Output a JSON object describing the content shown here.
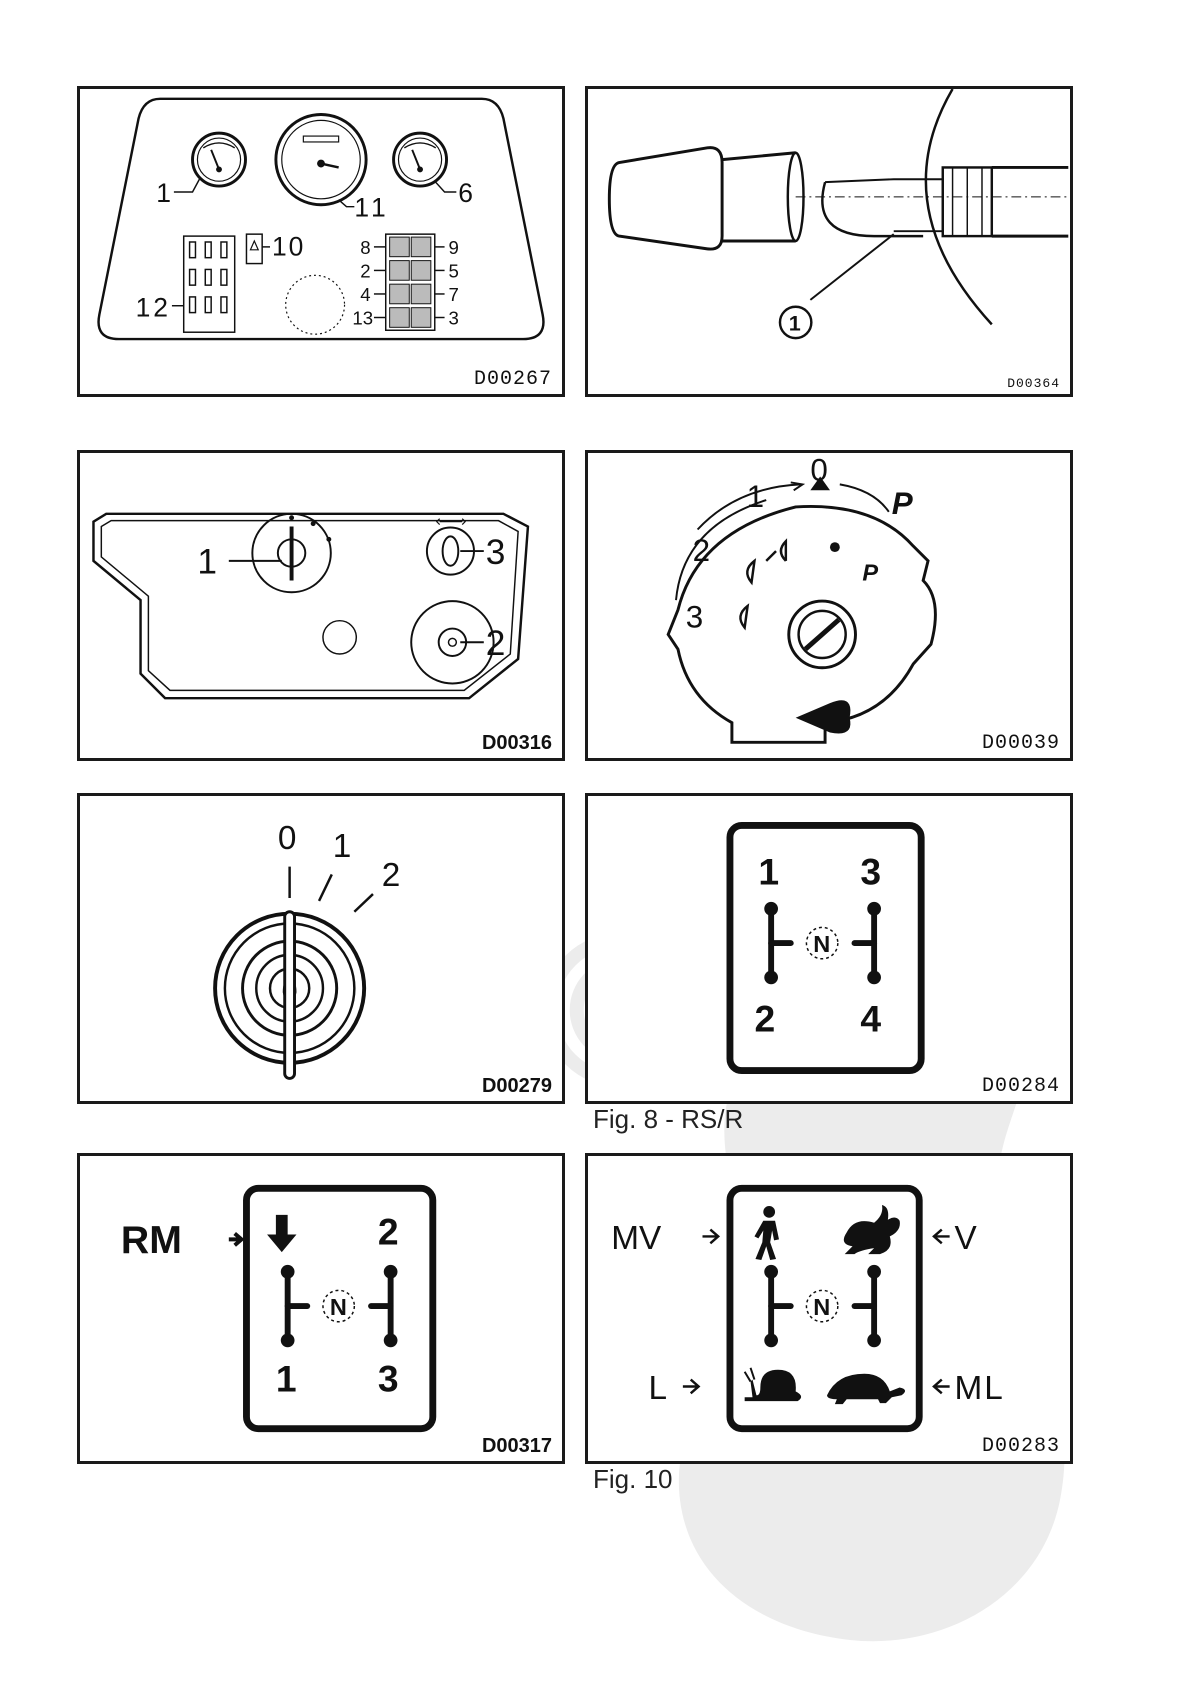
{
  "figures": [
    {
      "code": "D00267",
      "labels": [
        "1",
        "11",
        "6",
        "10",
        "12",
        "8",
        "9",
        "2",
        "5",
        "4",
        "7",
        "13",
        "3"
      ]
    },
    {
      "code": "D00364",
      "labels": [
        "1"
      ]
    },
    {
      "code": "D00316",
      "labels": [
        "1",
        "3",
        "2"
      ]
    },
    {
      "code": "D00039",
      "labels": [
        "0",
        "1",
        "2",
        "3",
        "P"
      ]
    },
    {
      "code": "D00279",
      "labels": [
        "0",
        "1",
        "2"
      ]
    },
    {
      "code": "D00284",
      "labels": [
        "1",
        "3",
        "2",
        "4",
        "N"
      ]
    },
    {
      "code": "D00317",
      "labels": [
        "RM",
        "2",
        "1",
        "3",
        "N"
      ]
    },
    {
      "code": "D00283",
      "labels": [
        "MV",
        "V",
        "L",
        "ML",
        "N"
      ]
    }
  ],
  "captions": {
    "fig8": "Fig. 8 - RS/R",
    "fig10": "Fig. 10"
  },
  "colors": {
    "ink": "#111111",
    "border": "#1a1a1a",
    "watermark": "#ececec",
    "glass": "#bbbbbb"
  }
}
